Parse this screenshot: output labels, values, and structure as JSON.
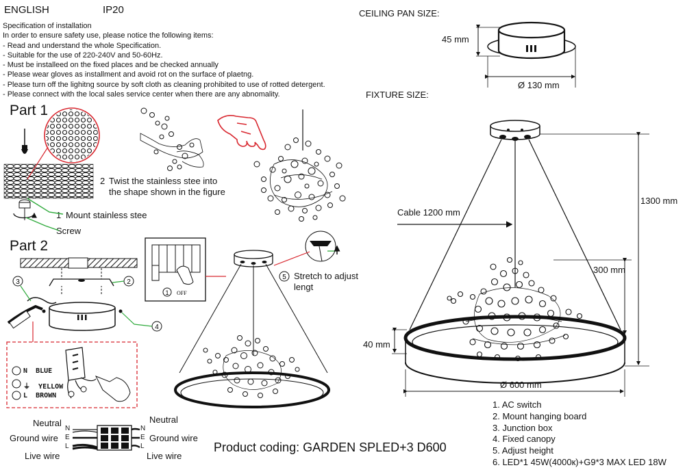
{
  "header": {
    "language": "ENGLISH",
    "rating": "IP20"
  },
  "specification": {
    "title": "Specification of installation",
    "intro": "In order to ensure safety use, please notice the following items:",
    "items": [
      "- Read and understand the whole Specification.",
      "- Suitable for the use of 220-240V and 50-60Hz.",
      "- Must be installeed on the fixed places and be checked annually",
      "- Please wear gloves as installment and avoid rot on the surface of plaetng.",
      "- Please turn off the lighitng source by soft cloth as cleaning prohibited to use of rotted detergent.",
      "- Please connect with the local sales service center when there are any abnomality."
    ]
  },
  "part1": {
    "title": "Part 1",
    "step2_line1": "Twist  the  stainless  stee  into",
    "step2_line2": "the shape shown in the figure",
    "step2_num": "2",
    "step1_num": "1",
    "step1_label": "Mount stainless stee",
    "screw_label": "Screw"
  },
  "part2": {
    "title": "Part 2",
    "callouts": [
      "3",
      "2",
      "4",
      "1",
      "5"
    ],
    "off_label": "OFF",
    "stretch_line1": "Stretch to adjust",
    "stretch_line2": "lengt",
    "wire_legend": [
      {
        "code": "N",
        "name": "BLUE"
      },
      {
        "code": "⏚",
        "name": "YELLOW"
      },
      {
        "code": "L",
        "name": "BROWN"
      }
    ],
    "wiring": {
      "left": [
        "Neutral",
        "Ground wire",
        "Live wire"
      ],
      "right": [
        "Neutral",
        "Ground wire",
        "Live wire"
      ],
      "terminals": [
        "N",
        "E",
        "L"
      ]
    }
  },
  "ceiling_pan": {
    "title": "CEILING PAN  SIZE:",
    "height": "45 mm",
    "diameter": "Ø 130 mm"
  },
  "fixture": {
    "title": "FIXTURE SIZE:",
    "cable": "Cable 1200 mm",
    "total_height": "1300 mm",
    "cluster_height": "300 mm",
    "ring_height": "40 mm",
    "diameter": "Ø 600 mm"
  },
  "product_coding": "Product coding: GARDEN SPLED+3 D600",
  "parts_list": [
    "1. AC switch",
    "2. Mount hanging board",
    "3. Junction box",
    "4. Fixed canopy",
    "5. Adjust height",
    "6. LED*1 45W(4000к)+G9*3 MAX LED 18W"
  ],
  "colors": {
    "accent_red": "#d8262e",
    "callout_green": "#2faa3c",
    "ink": "#111111"
  }
}
